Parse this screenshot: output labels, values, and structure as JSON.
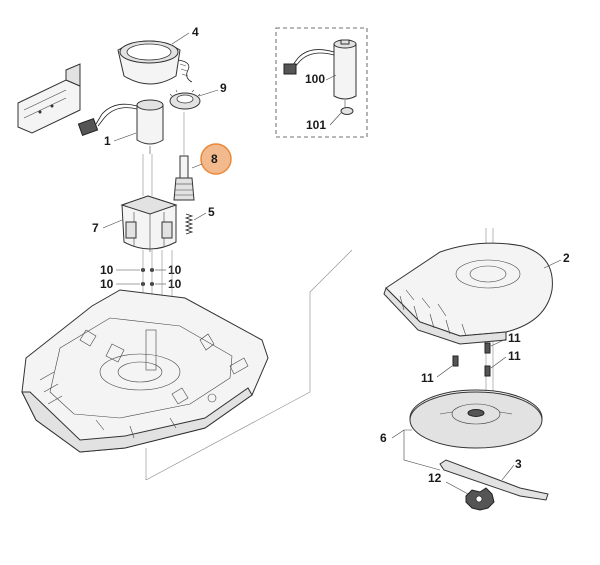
{
  "callouts": {
    "p1": "1",
    "p2": "2",
    "p3": "3",
    "p4": "4",
    "p5": "5",
    "p6": "6",
    "p7": "7",
    "p8": "8",
    "p9": "9",
    "p10a": "10",
    "p10b": "10",
    "p10c": "10",
    "p10d": "10",
    "p11a": "11",
    "p11b": "11",
    "p11c": "11",
    "p12": "12",
    "p100": "100",
    "p101": "101"
  },
  "highlight": {
    "color": "#f2b98c",
    "stroke": "#e8893a"
  }
}
